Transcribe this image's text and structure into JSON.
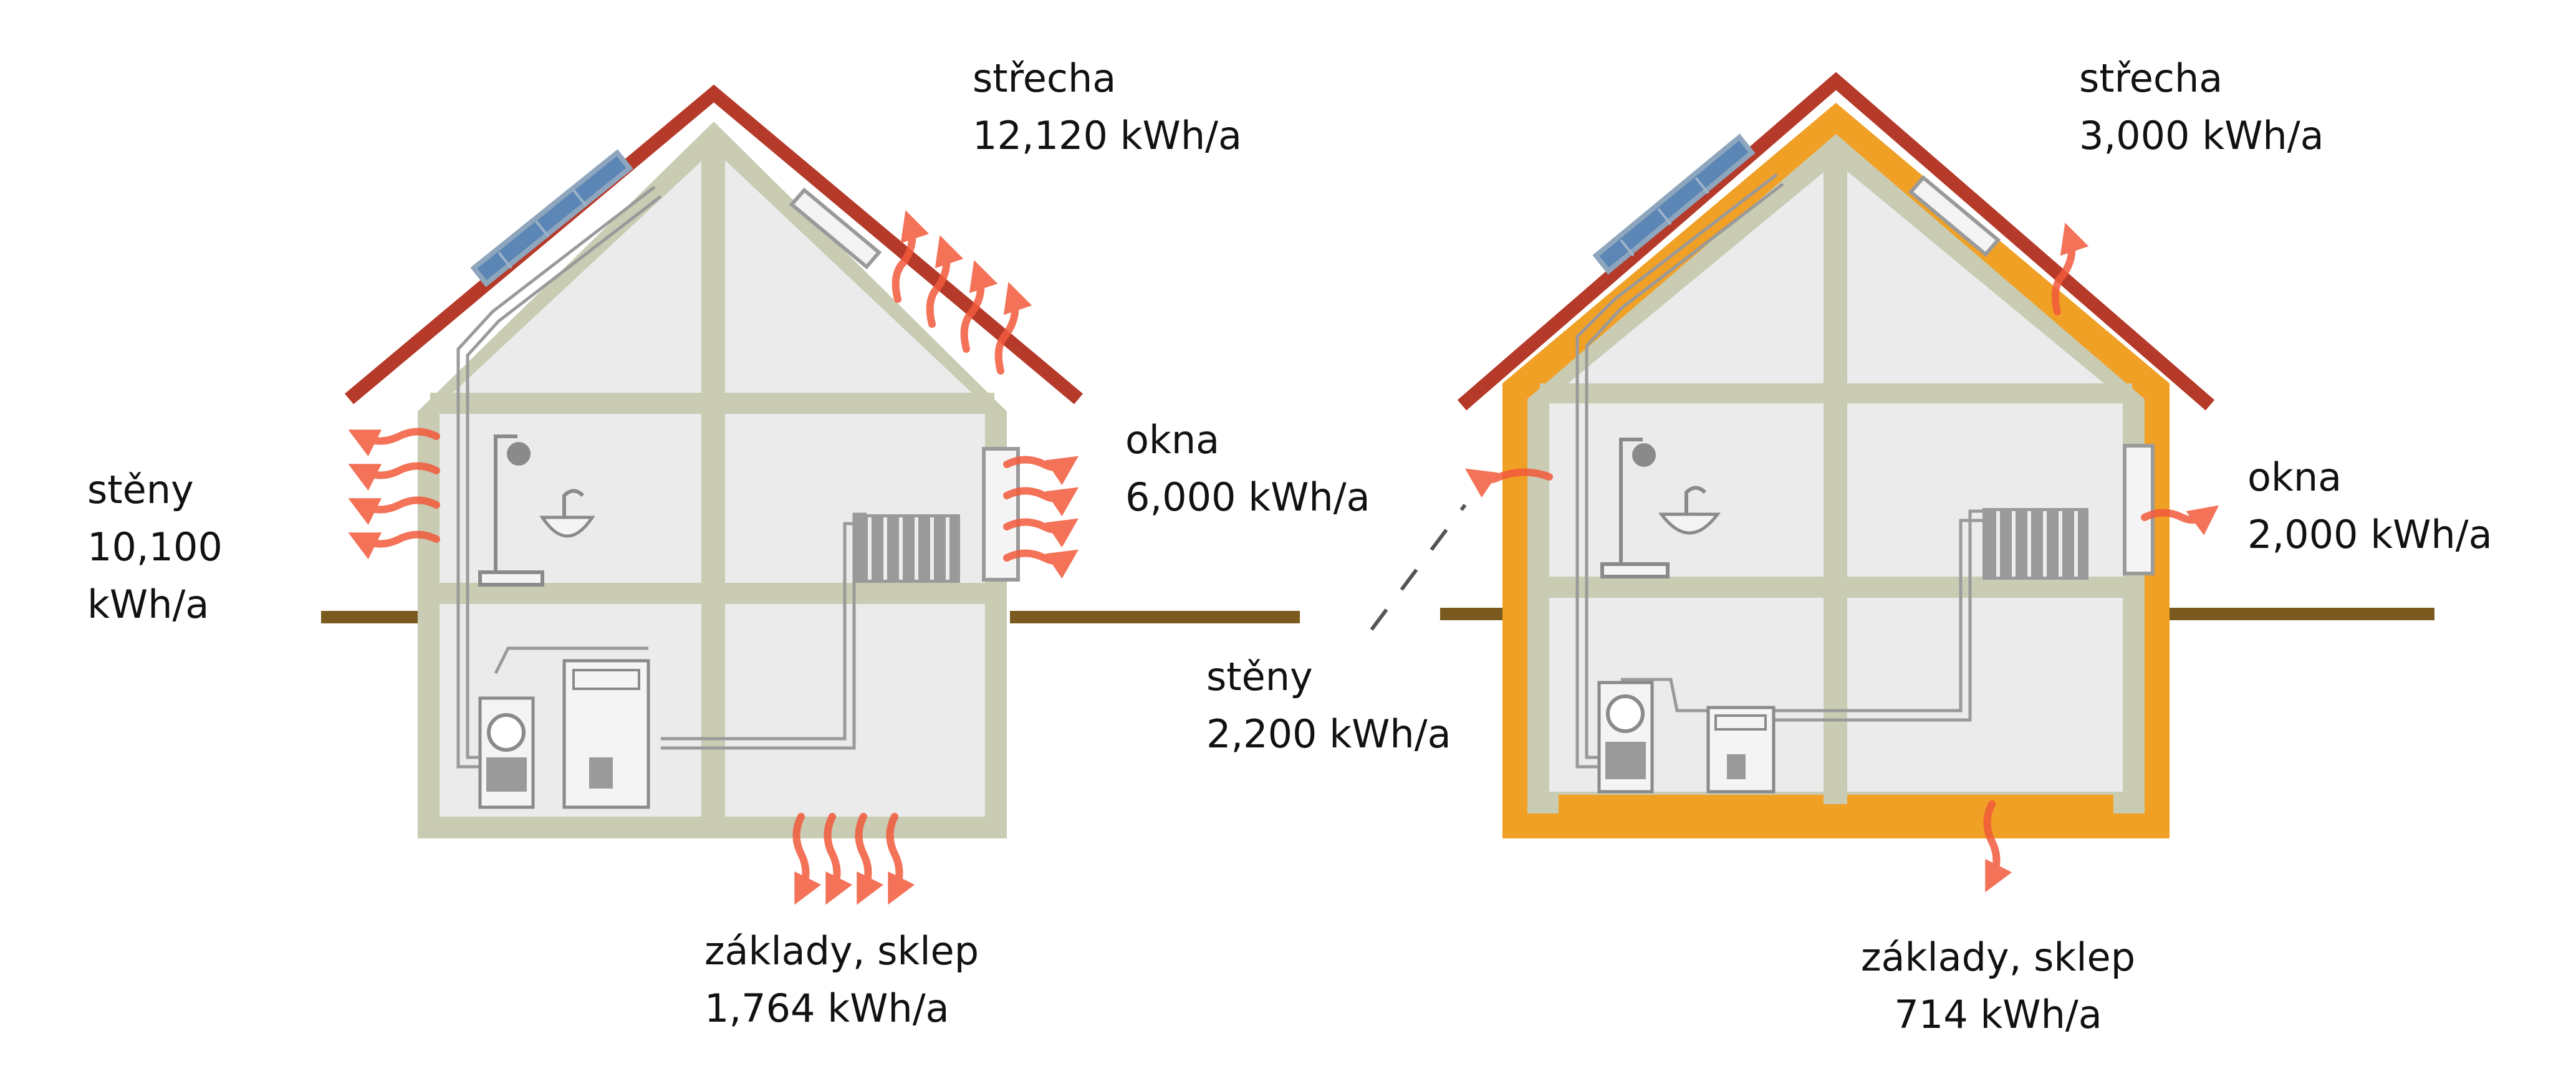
{
  "left_house": {
    "roof": {
      "name": "střecha",
      "value": "12,120 kWh/a"
    },
    "windows": {
      "name": "okna",
      "value": "6,000 kWh/a"
    },
    "walls": {
      "name": "stěny",
      "value_number": "10,100",
      "value_unit": "kWh/a"
    },
    "foundation": {
      "name": "základy, sklep",
      "value": "1,764 kWh/a"
    }
  },
  "right_house": {
    "roof": {
      "name": "střecha",
      "value": "3,000 kWh/a"
    },
    "windows": {
      "name": "okna",
      "value": "2,000 kWh/a"
    },
    "walls": {
      "name": "stěny",
      "value": "2,200 kWh/a"
    },
    "foundation": {
      "name": "základy, sklep",
      "value": "714 kWh/a"
    }
  },
  "colors": {
    "roof_red": "#b53a2a",
    "insulation_orange": "#f0a024",
    "frame_green_grey": "#c9cbb3",
    "interior_grey": "#ebebeb",
    "ground_brown": "#7a5a1e",
    "heat_arrow": "#f15a3b",
    "solar_blue": "#5b86b5"
  }
}
